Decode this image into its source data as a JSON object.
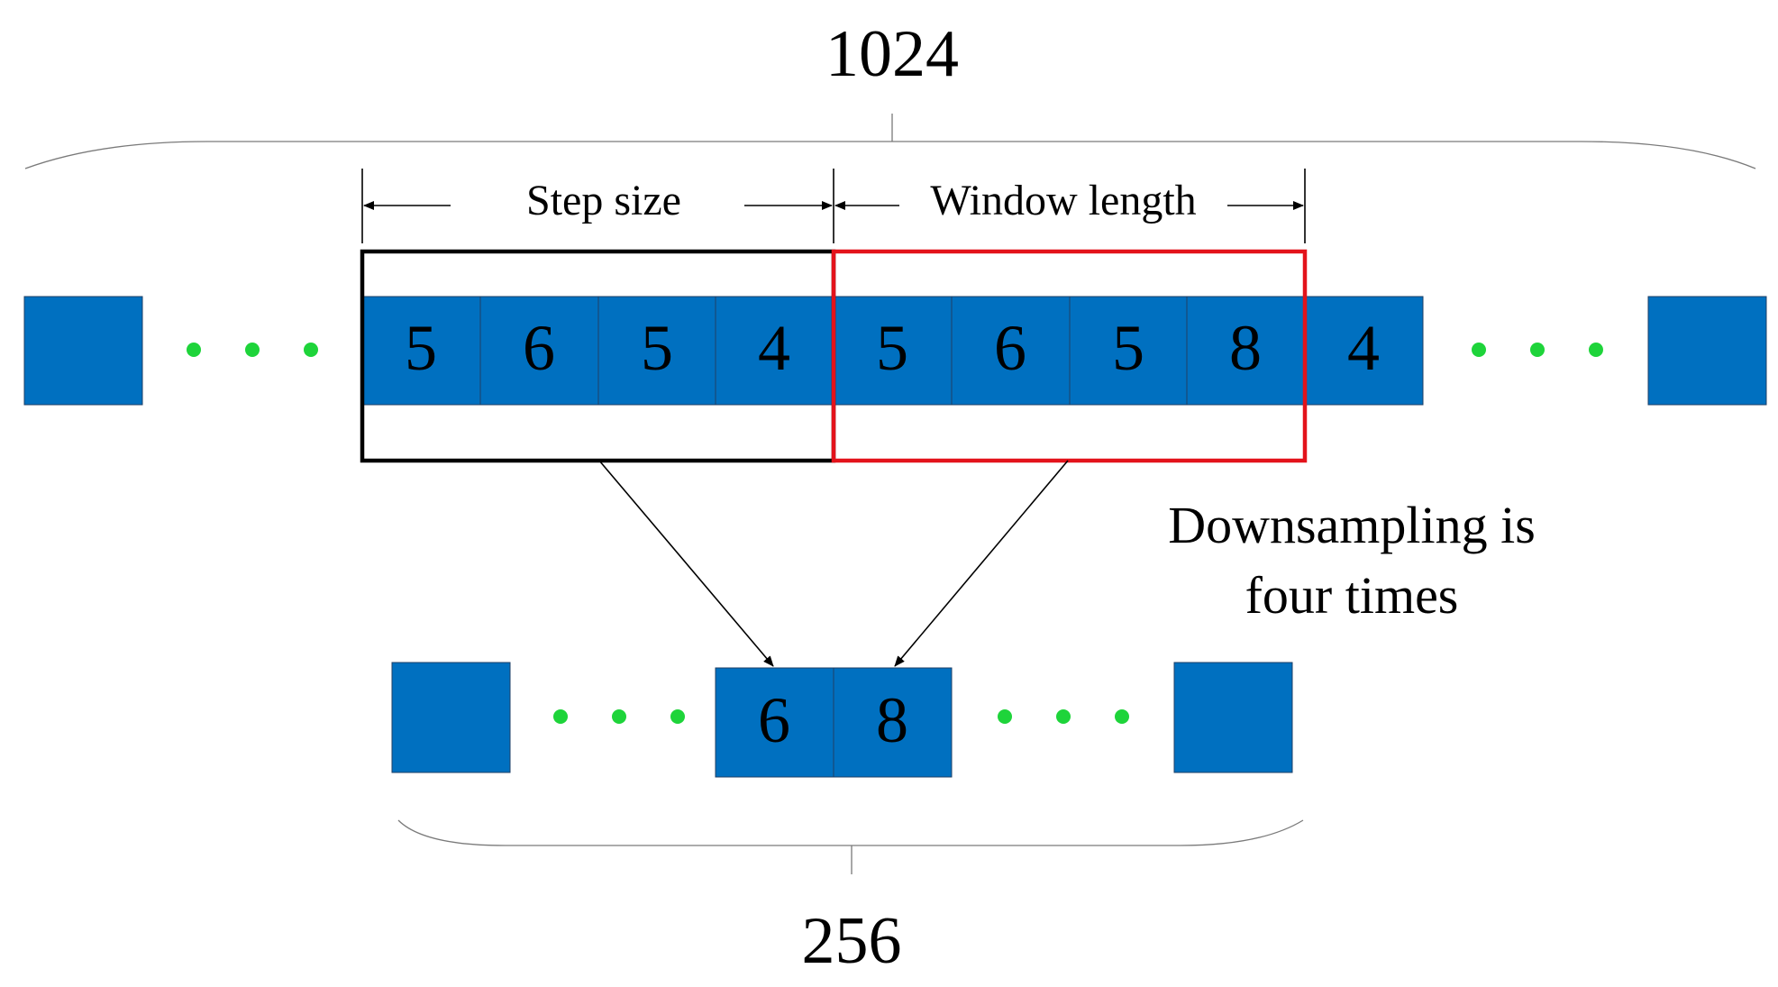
{
  "title_top": "1024",
  "label_bottom": "256",
  "step_size_label": "Step size",
  "window_length_label": "Window length",
  "note_line1": "Downsampling is",
  "note_line2": "four times",
  "input_values": [
    "5",
    "6",
    "5",
    "4",
    "5",
    "6",
    "5",
    "8",
    "4"
  ],
  "output_values": [
    "6",
    "8"
  ],
  "colors": {
    "cell": "#0070C0",
    "dots": "#1ED43A",
    "step_box": "#000000",
    "window_box": "#E3131B"
  }
}
